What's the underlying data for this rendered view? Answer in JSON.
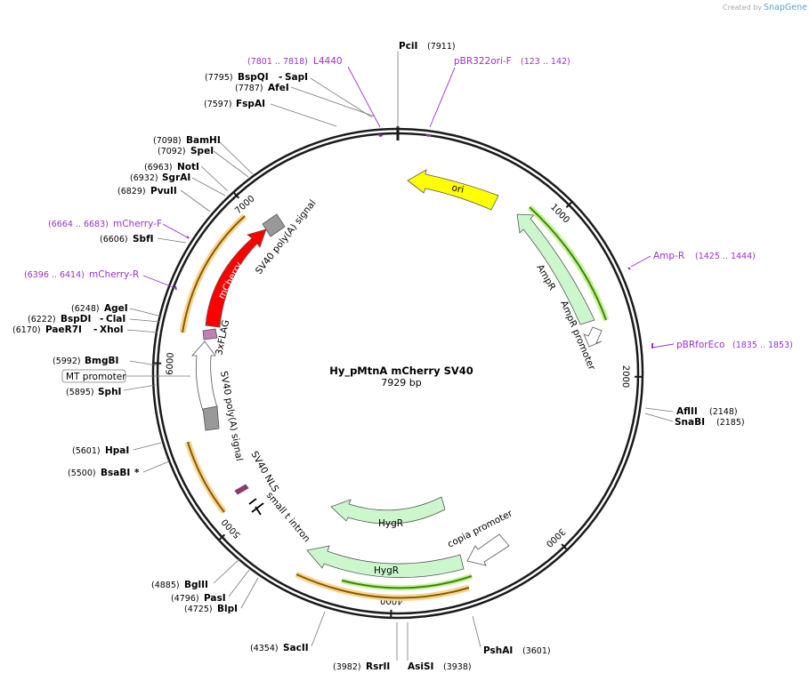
{
  "credit": {
    "prefix": "Created by",
    "brand": "SnapGene"
  },
  "plasmid": {
    "name": "Hy_pMtnA mCherry SV40",
    "length_label": "7929 bp"
  },
  "ticks": [
    {
      "label": "1000"
    },
    {
      "label": "2000"
    },
    {
      "label": "3000"
    },
    {
      "label": "4000"
    },
    {
      "label": "5000"
    },
    {
      "label": "6000"
    },
    {
      "label": "7000"
    }
  ],
  "sites": [
    {
      "name": "PciI",
      "pos": "(7911)"
    },
    {
      "name": "BspQI",
      "name2": "SapI",
      "pos": "(7795)"
    },
    {
      "name": "AfeI",
      "pos": "(7787)"
    },
    {
      "name": "FspAI",
      "pos": "(7597)"
    },
    {
      "name": "BamHI",
      "pos": "(7098)"
    },
    {
      "name": "SpeI",
      "pos": "(7092)"
    },
    {
      "name": "NotI",
      "pos": "(6963)"
    },
    {
      "name": "SgrAI",
      "pos": "(6932)"
    },
    {
      "name": "PvuII",
      "pos": "(6829)"
    },
    {
      "name": "SbfI",
      "pos": "(6606)"
    },
    {
      "name": "AgeI",
      "pos": "(6248)"
    },
    {
      "name": "BspDI",
      "name2": "ClaI",
      "pos": "(6222)"
    },
    {
      "name": "PaeR7I",
      "name2": "XhoI",
      "pos": "(6170)"
    },
    {
      "name": "BmgBI",
      "pos": "(5992)"
    },
    {
      "name": "SphI",
      "pos": "(5895)"
    },
    {
      "name": "HpaI",
      "pos": "(5601)"
    },
    {
      "name": "BsaBI",
      "pos": "(5500)",
      "mark": "*"
    },
    {
      "name": "BglII",
      "pos": "(4885)"
    },
    {
      "name": "PasI",
      "pos": "(4796)"
    },
    {
      "name": "BlpI",
      "pos": "(4725)"
    },
    {
      "name": "SacII",
      "pos": "(4354)"
    },
    {
      "name": "RsrII",
      "pos": "(3982)"
    },
    {
      "name": "AsiSI",
      "pos": "(3938)"
    },
    {
      "name": "PshAI",
      "pos": "(3601)"
    },
    {
      "name": "AflII",
      "pos": "(2148)"
    },
    {
      "name": "SnaBI",
      "pos": "(2185)"
    }
  ],
  "primers": [
    {
      "name": "L4440",
      "pos": "(7801 .. 7818)"
    },
    {
      "name": "pBR322ori-F",
      "pos": "(123 .. 142)"
    },
    {
      "name": "Amp-R",
      "pos": "(1425 .. 1444)"
    },
    {
      "name": "pBRforEco",
      "pos": "(1835 .. 1853)"
    },
    {
      "name": "mCherry-F",
      "pos": "(6664 .. 6683)"
    },
    {
      "name": "mCherry-R",
      "pos": "(6396 .. 6414)"
    }
  ],
  "features": {
    "ori": "ori",
    "ampr": "AmpR",
    "ampr_promoter": "AmpR promoter",
    "mcherry": "mCherry",
    "sv40_polya_top": "SV40 poly(A) signal",
    "flag": "3xFLAG",
    "mt_promoter": "MT promoter",
    "sv40_polya_left": "SV40 poly(A) signal",
    "sv40_nls": "SV40 NLS",
    "small_t": "small t intron",
    "hygr_inner": "HygR",
    "hygr_outer": "HygR",
    "copia": "copia promoter"
  },
  "colors": {
    "backbone": "#1a1a1a",
    "primer": "#9b30d0",
    "ori": "#ffff00",
    "ampr": "#ccf7cc",
    "mcherry": "#ff0000",
    "orf_halo": "#f7d490",
    "orf_line": "#8b5a00",
    "green_halo": "#c8f0a0",
    "green_line": "#3c8a00",
    "polya": "#999999",
    "flag": "#c080b0",
    "nls": "#a03070",
    "promoter": "#ffffff"
  }
}
